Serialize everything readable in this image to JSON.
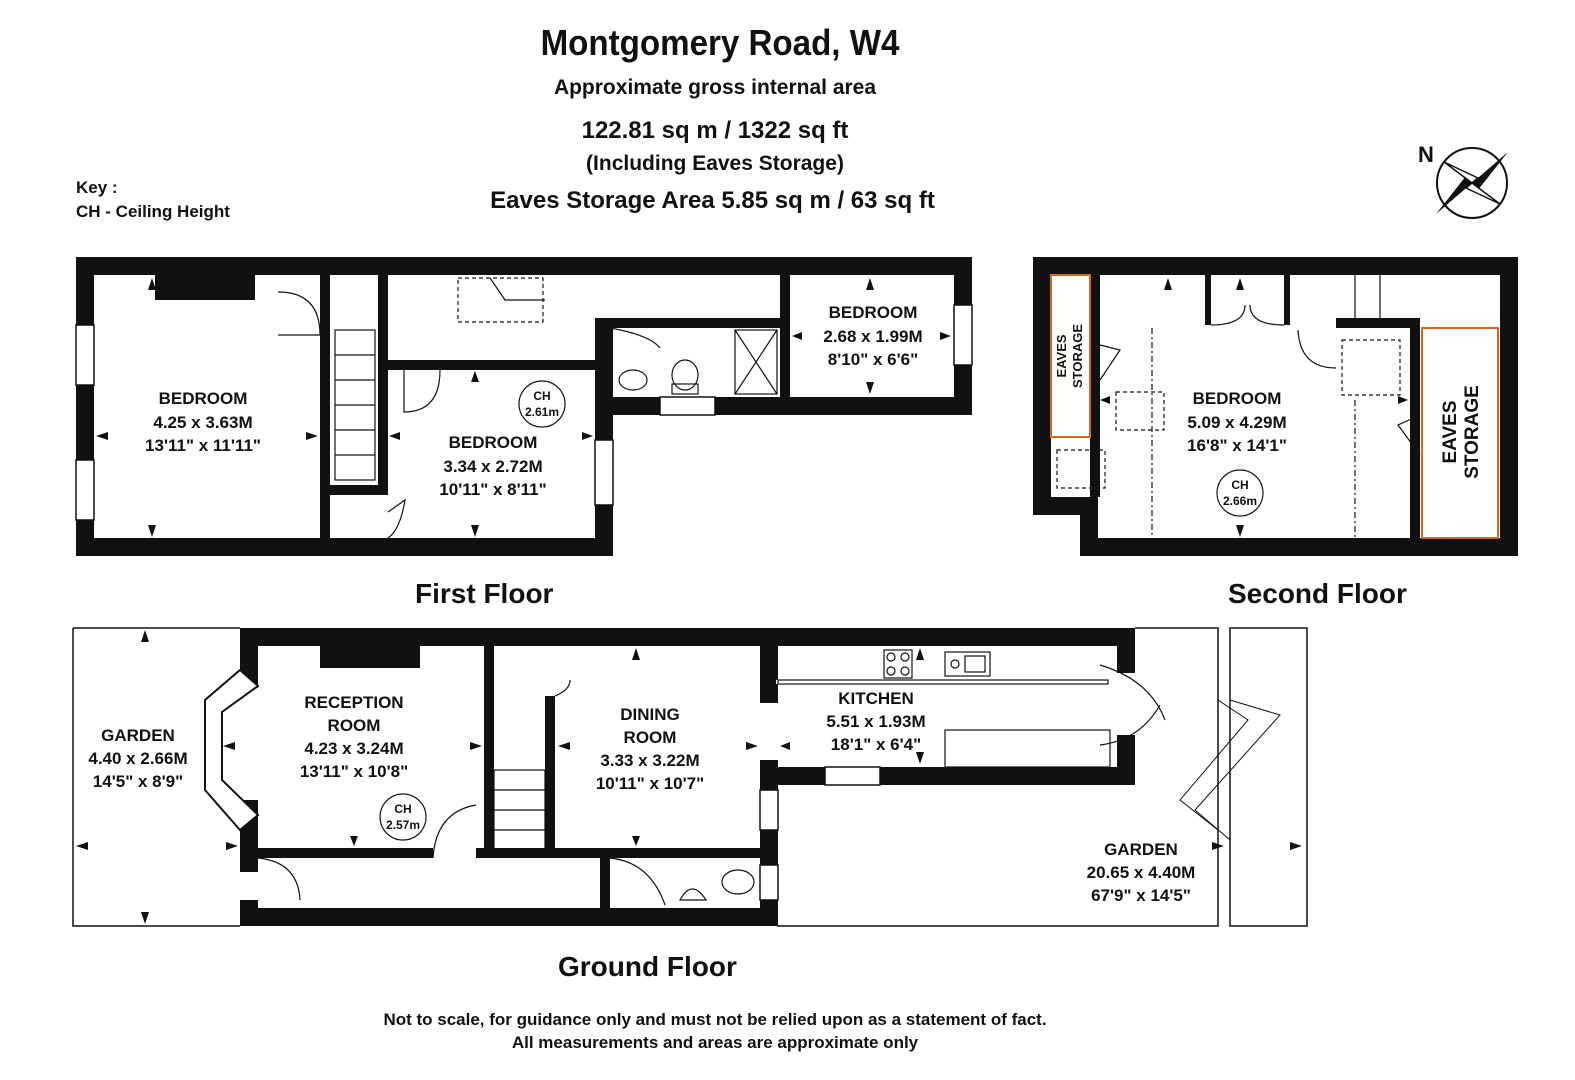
{
  "title": "Montgomery Road, W4",
  "subtitle": "Approximate gross internal area",
  "area_total": "122.81 sq m /  1322 sq ft",
  "area_note": "(Including Eaves Storage)",
  "eaves_area": "Eaves Storage Area 5.85 sq m /  63 sq ft",
  "key": {
    "title": "Key :",
    "entry": "CH - Ceiling Height"
  },
  "compass": {
    "label": "N"
  },
  "floors": {
    "first": "First Floor",
    "second": "Second Floor",
    "ground": "Ground Floor"
  },
  "rooms": {
    "ff_bedroom_1": {
      "name": "BEDROOM",
      "metric": "4.25 x 3.63M",
      "imperial": "13'11\" x 11'11\""
    },
    "ff_bedroom_2": {
      "name": "BEDROOM",
      "metric": "3.34 x 2.72M",
      "imperial": "10'11\" x 8'11\""
    },
    "ff_bedroom_3": {
      "name": "BEDROOM",
      "metric": "2.68 x 1.99M",
      "imperial": "8'10\" x 6'6\""
    },
    "sf_bedroom": {
      "name": "BEDROOM",
      "metric": "5.09 x 4.29M",
      "imperial": "16'8\" x 14'1\""
    },
    "sf_eaves_left": {
      "line1": "EAVES",
      "line2": "STORAGE"
    },
    "sf_eaves_right": {
      "line1": "EAVES",
      "line2": "STORAGE"
    },
    "gf_garden_front": {
      "name": "GARDEN",
      "metric": "4.40 x 2.66M",
      "imperial": "14'5\" x 8'9\""
    },
    "gf_reception": {
      "name1": "RECEPTION",
      "name2": "ROOM",
      "metric": "4.23 x 3.24M",
      "imperial": "13'11\" x 10'8\""
    },
    "gf_dining": {
      "name1": "DINING",
      "name2": "ROOM",
      "metric": "3.33 x 3.22M",
      "imperial": "10'11\" x 10'7\""
    },
    "gf_kitchen": {
      "name": "KITCHEN",
      "metric": "5.51 x 1.93M",
      "imperial": "18'1\" x 6'4\""
    },
    "gf_garden_rear": {
      "name": "GARDEN",
      "metric": "20.65 x 4.40M",
      "imperial": "67'9\" x 14'5\""
    }
  },
  "ceiling_heights": {
    "first": {
      "label": "CH",
      "value": "2.61m"
    },
    "second": {
      "label": "CH",
      "value": "2.66m"
    },
    "ground": {
      "label": "CH",
      "value": "2.57m"
    }
  },
  "disclaimer": [
    "Not to scale, for guidance only and must not be relied upon as a statement of fact.",
    "All measurements and areas are approximate only"
  ],
  "colors": {
    "wall": "#111111",
    "eaves_outline": "#d2691e",
    "background": "#ffffff"
  }
}
